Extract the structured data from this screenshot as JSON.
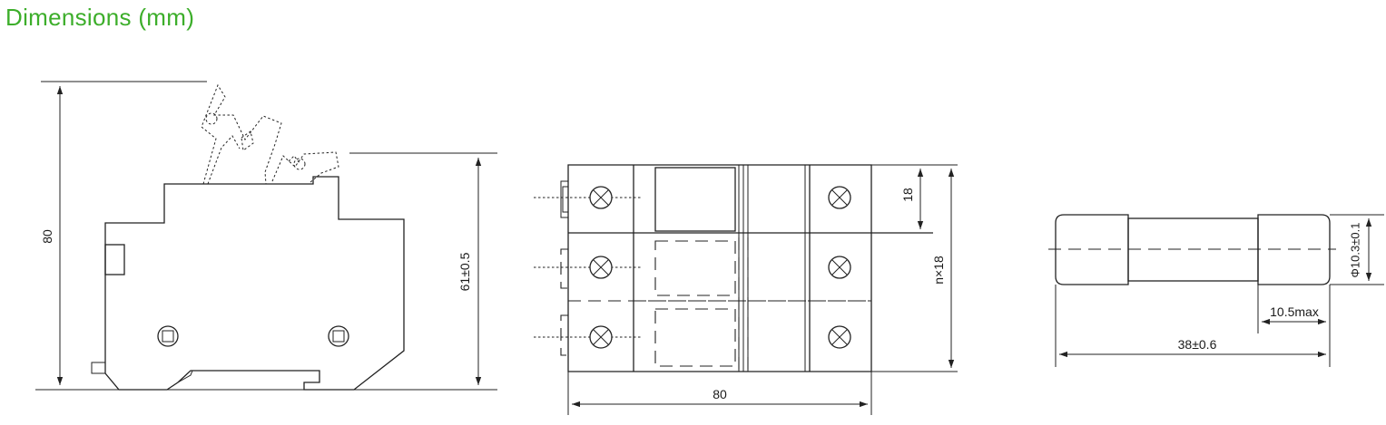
{
  "header": {
    "title": "Dimensions (mm)"
  },
  "side_view": {
    "height_label": "80",
    "base_height_label": "61±0.5"
  },
  "top_view": {
    "pitch_label": "18",
    "total_label": "n×18",
    "width_label": "80"
  },
  "fuse": {
    "diameter_label": "Φ10.3±0.1",
    "cap_length_label": "10.5max",
    "length_label": "38±0.6"
  },
  "colors": {
    "title": "#3dae2b",
    "lines": "#222222"
  }
}
